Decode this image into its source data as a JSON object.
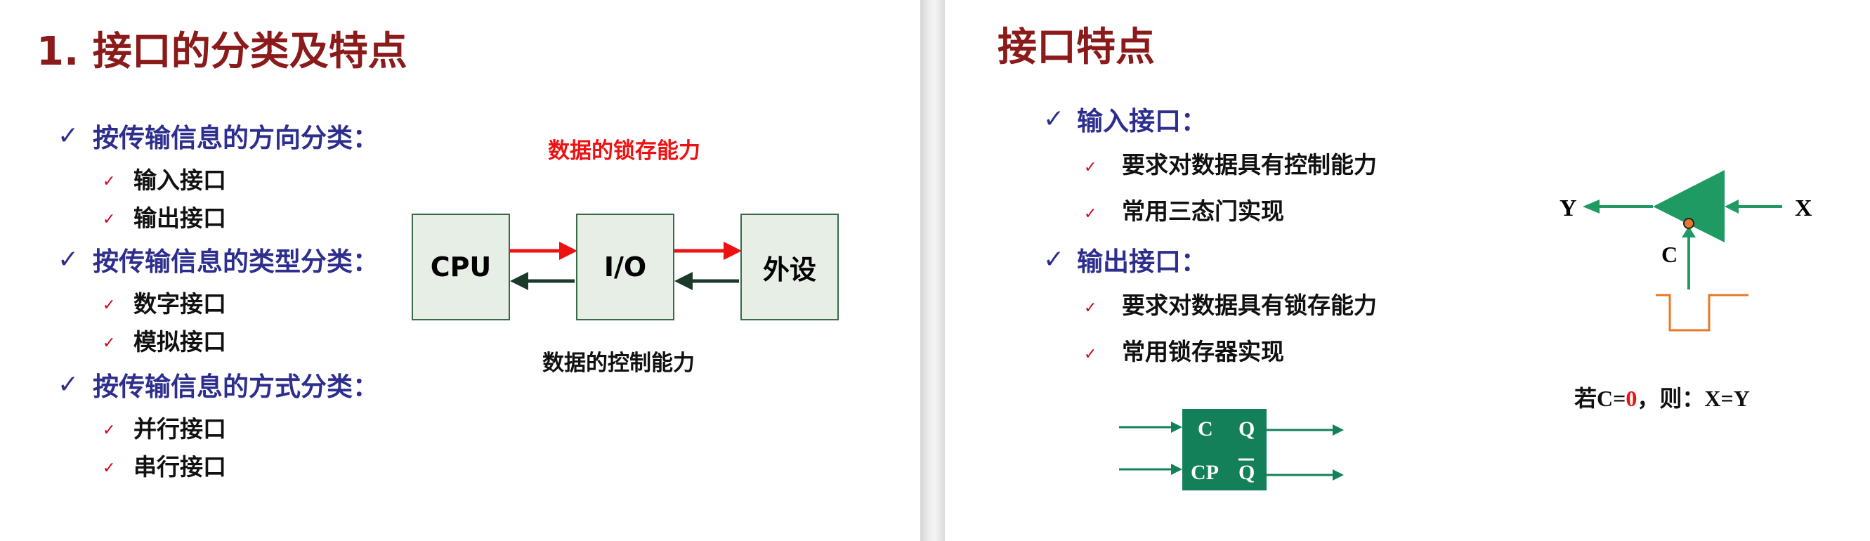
{
  "left_slide": {
    "title": "1. 接口的分类及特点",
    "groups": [
      {
        "label": "按传输信息的方向分类：",
        "items": [
          "输入接口",
          "输出接口"
        ]
      },
      {
        "label": "按传输信息的类型分类：",
        "items": [
          "数字接口",
          "模拟接口"
        ]
      },
      {
        "label": "按传输信息的方式分类：",
        "items": [
          "并行接口",
          "串行接口"
        ]
      }
    ],
    "diagram": {
      "caption_top": "数据的锁存能力",
      "caption_bottom": "数据的控制能力",
      "boxes": [
        "CPU",
        "I/O",
        "外设"
      ]
    }
  },
  "right_slide": {
    "title": "接口特点",
    "groups": [
      {
        "label": "输入接口：",
        "items": [
          "要求对数据具有控制能力",
          "常用三态门实现"
        ]
      },
      {
        "label": "输出接口：",
        "items": [
          "要求对数据具有锁存能力",
          "常用锁存器实现"
        ]
      }
    ],
    "tristate": {
      "input_label": "X",
      "output_label": "Y",
      "control_label": "C"
    },
    "condition": {
      "prefix": "若C=",
      "value": "0",
      "suffix": "，则：X=Y"
    },
    "latch": {
      "c": "C",
      "cp": "CP",
      "q": "Q",
      "qbar": "Q"
    }
  },
  "colors": {
    "title": "#8b1a1a",
    "level1": "#2e2e8f",
    "accent_red": "#ee1111",
    "green": "#1f8a5a",
    "orange": "#e8782a"
  },
  "icons": {
    "level1_bullet": "check-icon",
    "level2_bullet": "small-check-icon"
  }
}
